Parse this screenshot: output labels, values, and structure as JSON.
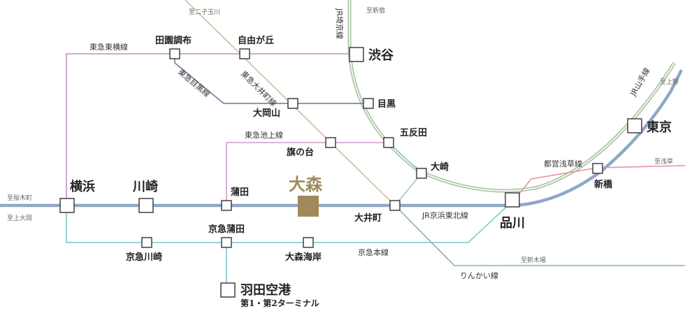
{
  "stations": {
    "yokohama": "横浜",
    "kawasaki": "川崎",
    "kamata": "蒲田",
    "omori": "大森",
    "oimachi": "大井町",
    "shinagawa": "品川",
    "tokyo": "東京",
    "shimbashi": "新橋",
    "osaki": "大崎",
    "gotanda": "五反田",
    "hatanodai": "旗の台",
    "meguro": "目黒",
    "ookayama": "大岡山",
    "jiyugaoka": "自由が丘",
    "denenchofu": "田園調布",
    "shibuya": "渋谷",
    "keikyu_kamata": "京急蒲田",
    "keikyu_kawasaki": "京急川崎",
    "omori_kaigan": "大森海岸",
    "haneda": "羽田空港",
    "haneda_sub": "第1・第2ターミナル"
  },
  "lines": {
    "toyoko": "東急東横線",
    "meguro": "東急目黒線",
    "oimachi": "東急大井町線",
    "ikegami": "東急池上線",
    "saikyo": "JR埼京線",
    "yamanote": "JR山手線",
    "asakusa": "都営浅草線",
    "keihin_tohoku": "JR京浜東北線",
    "keikyu_main": "京急本線",
    "rinkai": "りんかい線"
  },
  "directions": {
    "futako": "至二子玉川",
    "shinjuku": "至新宿",
    "ueno": "至上野",
    "sengakuji": "至浅草",
    "sakuragicho": "至桜木町",
    "kamiooka": "至上大岡",
    "shinkiba": "至新木場"
  },
  "colors": {
    "jr_keihin": "#8fa8c8",
    "saikyo_yamanote": "#aac4a2",
    "toyoko": "#cc9ec6",
    "meguro": "#7f86a8",
    "oimachi": "#d4c3a3",
    "ikegami": "#d9a7cf",
    "asakusa": "#e8929b",
    "keikyu": "#8ccbd0",
    "rinkai": "#7fb4b8",
    "connector": "#9cc8c8",
    "highlight": "#a08a5c"
  }
}
